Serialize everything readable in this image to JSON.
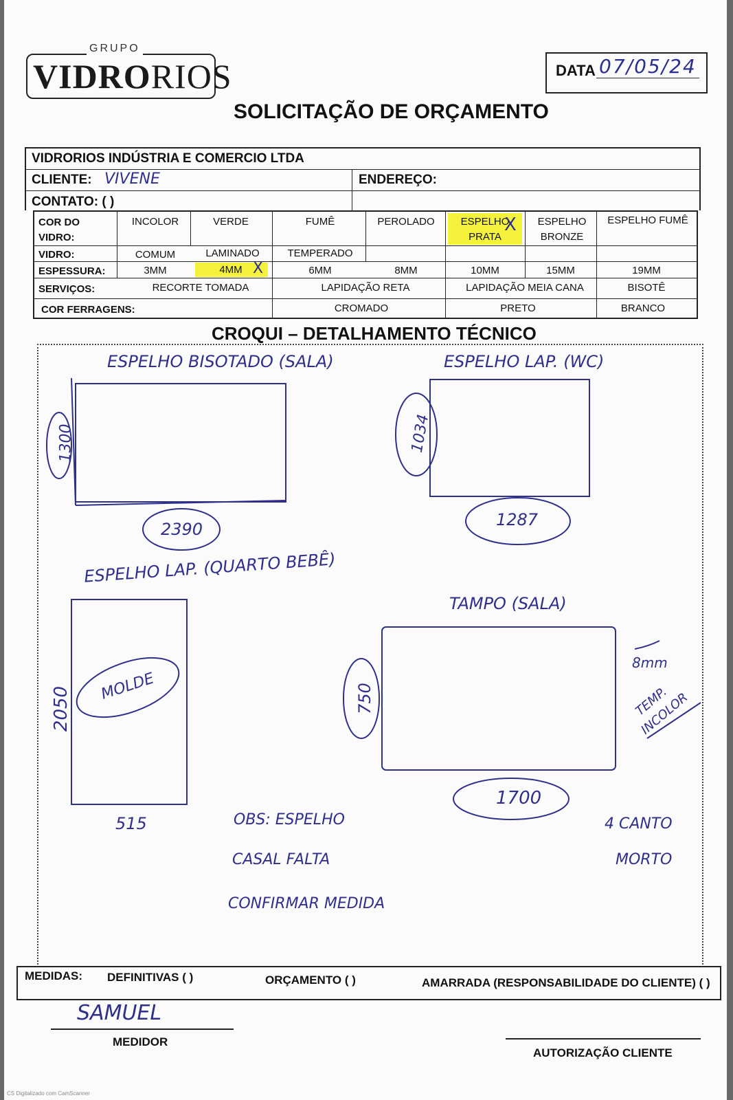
{
  "header": {
    "logo_group": "GRUPO",
    "logo_brand_bold": "VIDRO",
    "logo_brand_light": "RIOS",
    "date_label": "DATA",
    "date_value": "07/05/24",
    "title": "SOLICITAÇÃO DE ORÇAMENTO"
  },
  "form": {
    "company": "VIDRORIOS INDÚSTRIA E COMERCIO LTDA",
    "client_label": "CLIENTE:",
    "client_value": "VIVENE",
    "address_label": "ENDEREÇO:",
    "contact_label": "CONTATO: (   )",
    "glass_color_label_1": "COR DO",
    "glass_color_label_2": "VIDRO:",
    "glass_colors": [
      "INCOLOR",
      "VERDE",
      "FUMÊ",
      "PEROLADO",
      "ESPELHO PRATA",
      "ESPELHO BRONZE",
      "ESPELHO FUMÊ"
    ],
    "glass_color_selected": "ESPELHO PRATA",
    "glass_type_label": "VIDRO:",
    "glass_types": [
      "COMUM",
      "LAMINADO",
      "TEMPERADO"
    ],
    "thickness_label": "ESPESSURA:",
    "thicknesses": [
      "3MM",
      "4MM",
      "6MM",
      "8MM",
      "10MM",
      "15MM",
      "19MM"
    ],
    "thickness_selected": "4MM",
    "services_label": "SERVIÇOS:",
    "services": [
      "RECORTE TOMADA",
      "LAPIDAÇÃO RETA",
      "LAPIDAÇÃO MEIA CANA",
      "BISOTÊ"
    ],
    "hardware_label": "COR FERRAGENS:",
    "hardware_colors": [
      "CROMADO",
      "PRETO",
      "BRANCO"
    ],
    "check_mark": "X"
  },
  "croqui": {
    "title": "CROQUI – DETALHAMENTO TÉCNICO",
    "pieces": [
      {
        "label": "ESPELHO BISOTADO (SALA)",
        "height": "1300",
        "width": "2390"
      },
      {
        "label": "ESPELHO LAP. (WC)",
        "height": "1034",
        "width": "1287"
      },
      {
        "label": "ESPELHO LAP. (QUARTO BEBÊ)",
        "height": "2050",
        "width": "515",
        "note": "MOLDE"
      },
      {
        "label": "TAMPO (SALA)",
        "height": "750",
        "width": "1700",
        "side_note_1": "8mm",
        "side_note_2": "TEMP.",
        "side_note_3": "INCOLOR",
        "corner_note_1": "4 CANTO",
        "corner_note_2": "MORTO"
      }
    ],
    "obs_lines": [
      "OBS: ESPELHO",
      "CASAL FALTA",
      "CONFIRMAR MEDIDA"
    ]
  },
  "footer": {
    "measures_label": "MEDIDAS:",
    "definitive": "DEFINITIVAS (  )",
    "budget": "ORÇAMENTO (  )",
    "tied": "AMARRADA (RESPONSABILIDADE DO CLIENTE) (  )",
    "measurer_name": "SAMUEL",
    "measurer_label": "MEDIDOR",
    "authorization_label": "AUTORIZAÇÃO CLIENTE",
    "scanner_mark": "CS Digitalizado com CamScanner"
  }
}
